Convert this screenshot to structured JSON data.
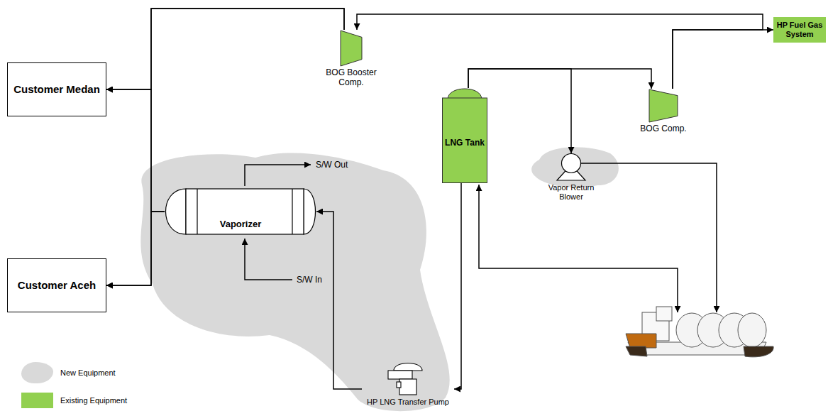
{
  "diagram": {
    "nodes": [
      {
        "text": [
          "Customer Medan"
        ]
      },
      {
        "text": [
          "BOG Booster Comp."
        ]
      },
      {
        "text": [
          "HP Fuel Gas System"
        ]
      },
      {
        "text": [
          "BOG Comp."
        ]
      },
      {
        "text": [
          "LNG Tank"
        ]
      },
      {
        "text": [
          "Vaporizer"
        ]
      },
      {
        "text": [
          "Vapor Return Blower"
        ]
      },
      {
        "text": [
          "Customer Aceh"
        ]
      },
      {
        "text": [
          "HP LNG Transfer Pump"
        ]
      }
    ],
    "edges": [
      {
        "from": 5,
        "to": 0,
        "arrow": "to"
      },
      {
        "from": 5,
        "to": 7,
        "arrow": "to"
      },
      {
        "from": 1,
        "to": 0,
        "arrow": "to"
      },
      {
        "from": 1,
        "to": 7,
        "arrow": "to"
      },
      {
        "from": 3,
        "to": 1,
        "arrow": "to"
      },
      {
        "from": 3,
        "to": 2,
        "arrow": "to"
      },
      {
        "from": 4,
        "to": 3,
        "arrow": "to"
      },
      {
        "from": 4,
        "to": 6,
        "arrow": "to"
      },
      {
        "from": 4,
        "to": 8,
        "arrow": "to"
      },
      {
        "from": 8,
        "to": 5,
        "arrow": "to"
      }
    ],
    "labels": [
      "S/W Out",
      "S/W In"
    ],
    "legend": [
      {
        "text": "New Equipment",
        "color": "#d9d9d9"
      },
      {
        "text": "Existing Equipment",
        "color": "#92d050"
      }
    ]
  }
}
